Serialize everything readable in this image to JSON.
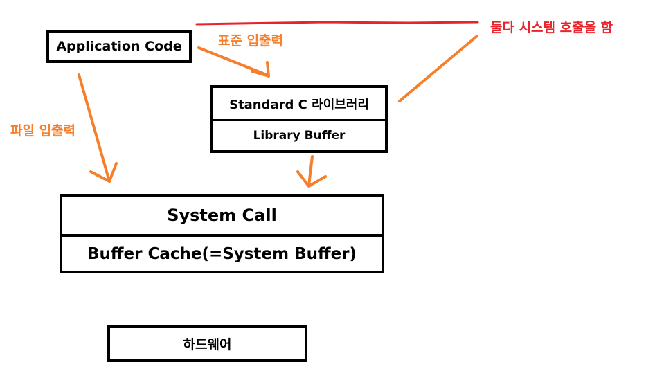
{
  "diagram": {
    "app_code": "Application Code",
    "stdc_library": "Standard C 라이브러리",
    "library_buffer": "Library Buffer",
    "system_call": "System Call",
    "buffer_cache": "Buffer Cache(=System Buffer)",
    "hardware": "하드웨어",
    "label_std_io": "표준 입출력",
    "label_file_io": "파일 입출력",
    "label_both_syscall": "둘다 시스템 호출을 함"
  },
  "colors": {
    "annotation_orange": "#f57f2a",
    "annotation_red": "#e8232b",
    "box_border": "#000000"
  }
}
